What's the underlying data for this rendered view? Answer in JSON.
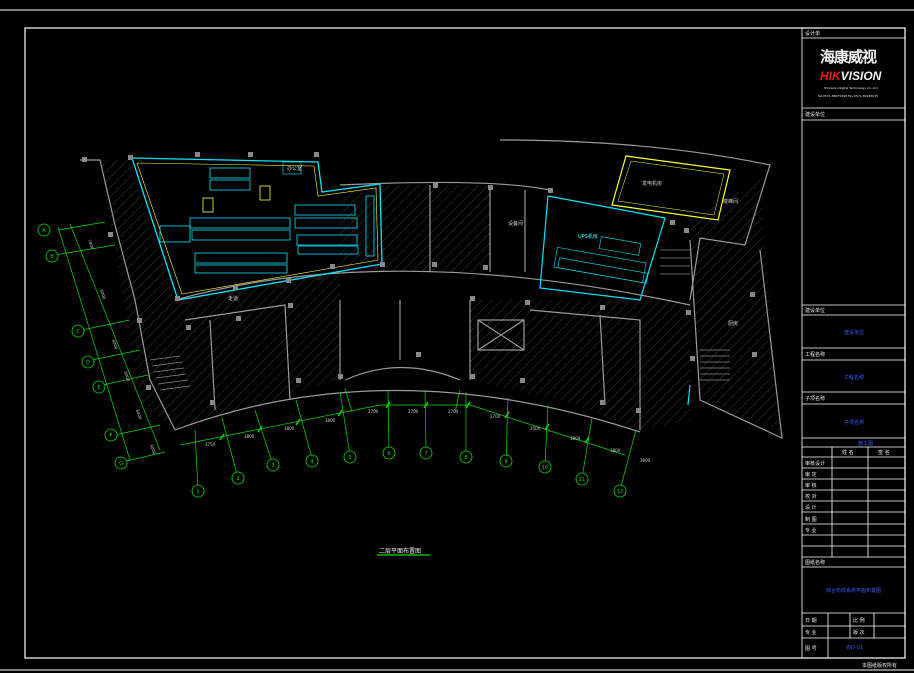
{
  "title_block": {
    "header_label": "设计单",
    "logo_cn": "海康威视",
    "logo_en_red": "HIK",
    "logo_en_white": "VISION",
    "logo_subline_1": "Hikvision Digital Technology Co.,Ltd.",
    "logo_subline_2": "Tel:0571-88075998  Fax:0571-89935635",
    "section_label": "建设单位",
    "client_label": "建设单位",
    "client_value": "建设单位",
    "project_label": "工程名称",
    "project_value": "工程名称",
    "subitem_label": "子项名称",
    "subitem_value": "子项名称",
    "phase_value": "施工图",
    "col_headers": [
      "姓 名",
      "签 名"
    ],
    "rows": [
      "审核设计",
      "审 定",
      "审 核",
      "校 对",
      "设 计",
      "制 图",
      "专 业"
    ],
    "drawing_label": "图纸名称",
    "drawing_value": "综合布线系统平面布置图",
    "footer_labels": [
      "日 期",
      "比 例",
      "专 业",
      "版 次",
      "图 号"
    ],
    "drawing_number": "WD-01",
    "note": "本图纸版权所有"
  },
  "plan": {
    "title": "二层平面布置图",
    "rooms": {
      "office": "办公室",
      "corridor": "走道",
      "equipment": "设备间",
      "ups": "UPS机房",
      "generator": "发电机房",
      "stair": "楼梯间",
      "kitchen": "厨房"
    },
    "grid_bottom": [
      "1",
      "2",
      "3",
      "4",
      "5",
      "6",
      "7",
      "8",
      "9",
      "10",
      "11",
      "12"
    ],
    "grid_left": [
      "A",
      "B",
      "C",
      "D",
      "E",
      "F",
      "G"
    ],
    "dims_bottom": [
      "3750",
      "3800",
      "3800",
      "3800",
      "2700",
      "2700",
      "2700",
      "2700",
      "3500",
      "3800",
      "3800",
      "3800"
    ],
    "dims_left": [
      "7800",
      "6000",
      "6000",
      "6000",
      "6000",
      "6000"
    ]
  },
  "colors": {
    "frame": "#ffffff",
    "grid": "#00e000",
    "cyan": "#00e5ff",
    "yellow": "#ffff33",
    "wall": "#9a9a9a",
    "blue_text": "#3a5cff",
    "brand_red": "#e0201a"
  }
}
